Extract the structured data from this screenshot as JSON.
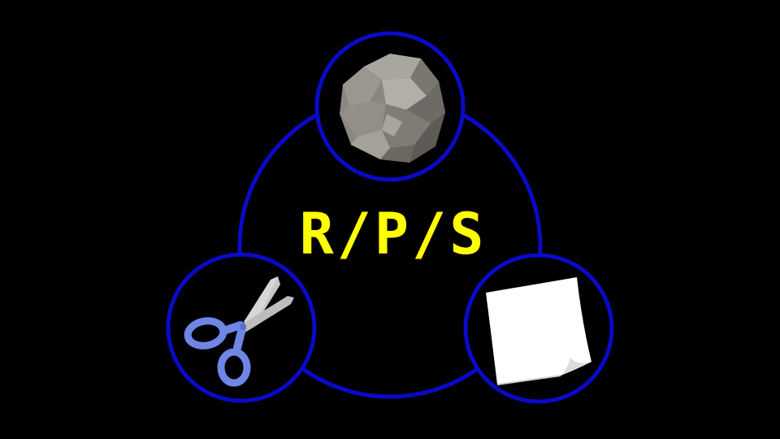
{
  "title": "R/P/S",
  "choices": {
    "rock": {
      "name": "rock",
      "icon": "rock-icon"
    },
    "paper": {
      "name": "paper",
      "icon": "paper-icon"
    },
    "scissors": {
      "name": "scissors",
      "icon": "scissors-icon"
    }
  },
  "colors": {
    "background": "#000000",
    "ring": "#0a0ac8",
    "title": "#ffff00",
    "scissors_handle": "#6f86e6",
    "scissors_blade": "#c8c8c8",
    "rock": "#8a8780",
    "paper": "#ffffff"
  }
}
